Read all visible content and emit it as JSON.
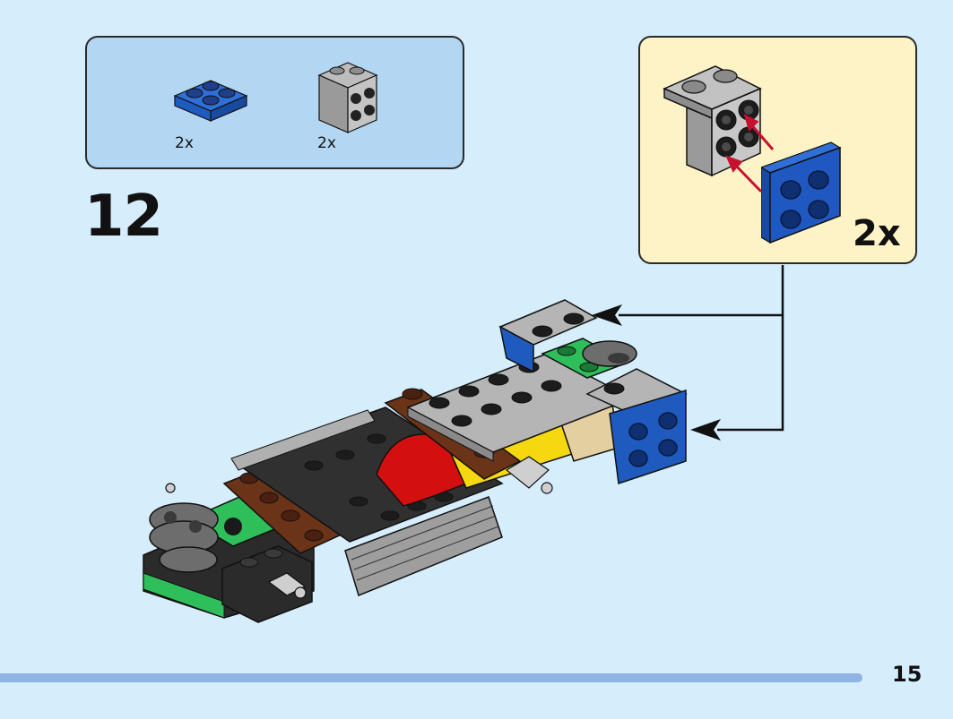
{
  "parts_list": {
    "items": [
      {
        "name": "blue-plate-2x2",
        "quantity": "2x",
        "color": "#1f5bbf"
      },
      {
        "name": "gray-bracket-2x2",
        "quantity": "2x",
        "color": "#a9a9a9"
      }
    ]
  },
  "step": {
    "number": "12"
  },
  "sub_assembly": {
    "quantity": "2x"
  },
  "page": {
    "number": "15",
    "progress_fraction": 0.905
  },
  "colors": {
    "page_bg": "#d6edfb",
    "parts_box_bg": "#b3d6f3",
    "sub_box_bg": "#fdf3c6",
    "brick_blue": "#1f5bbf",
    "brick_gray": "#a9a9a9",
    "brick_black": "#2b2b2b",
    "brick_green": "#2fbf5a",
    "brick_brown": "#6b3318",
    "brick_red": "#d40f0f",
    "brick_yellow": "#f5d80f",
    "brick_tan": "#e4cfa0",
    "arrow_red": "#c8102e"
  }
}
